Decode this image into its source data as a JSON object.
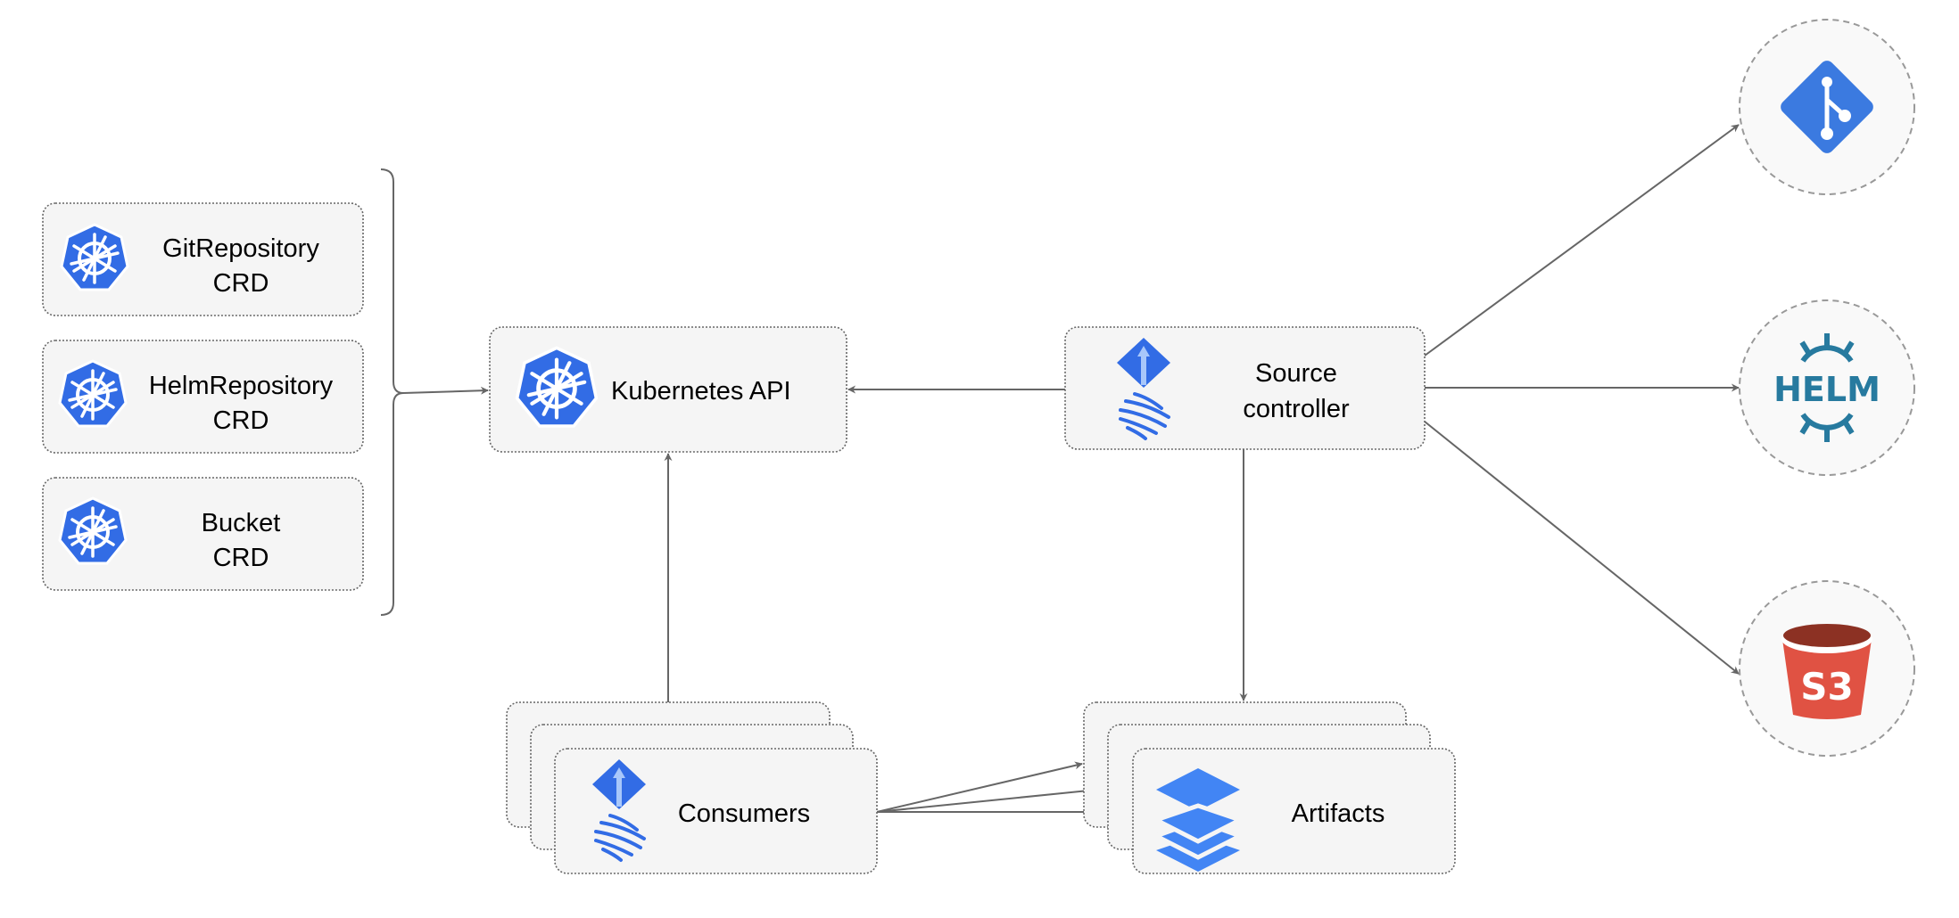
{
  "nodes": {
    "git_crd": {
      "line1": "GitRepository",
      "line2": "CRD",
      "icon": "kubernetes-icon"
    },
    "helm_crd": {
      "line1": "HelmRepository",
      "line2": "CRD",
      "icon": "kubernetes-icon"
    },
    "bucket_crd": {
      "line1": "Bucket",
      "line2": "CRD",
      "icon": "kubernetes-icon"
    },
    "k8s_api": {
      "label": "Kubernetes API",
      "icon": "kubernetes-icon"
    },
    "source_controller": {
      "line1": "Source",
      "line2": "controller",
      "icon": "flux-icon"
    },
    "consumers": {
      "label": "Consumers",
      "icon": "flux-icon"
    },
    "artifacts": {
      "label": "Artifacts",
      "icon": "layers-icon"
    },
    "git": {
      "icon": "git-icon"
    },
    "helm": {
      "icon": "helm-icon",
      "logo_text": "HELM"
    },
    "s3": {
      "icon": "s3-icon",
      "logo_text": "S3"
    }
  },
  "colors": {
    "k8s_blue": "#326ce5",
    "helm_blue": "#277a9f",
    "s3_red": "#e05243",
    "s3_dark": "#8c3123",
    "git_blue": "#3b7ae0",
    "layers_blue": "#4285f4",
    "edge": "#666666"
  }
}
